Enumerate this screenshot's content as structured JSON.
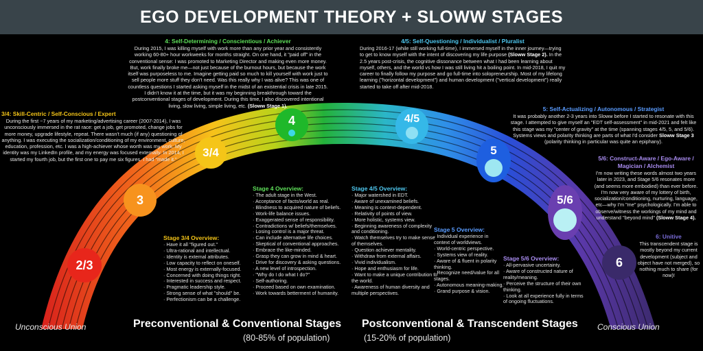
{
  "title": "EGO DEVELOPMENT THEORY + SLOWW STAGES",
  "colors": {
    "header_bg": "#39444a",
    "stage_2_3": "#e8261b",
    "stage_3": "#f7931e",
    "stage_3_4": "#f5c518",
    "stage_4": "#1fb82a",
    "stage_4_5": "#35b8e8",
    "stage_5": "#1e5fe0",
    "stage_5_6": "#6a3fb0",
    "stage_6": "#3a2a6a"
  },
  "stages": [
    {
      "label": "2/3"
    },
    {
      "label": "3"
    },
    {
      "label": "3/4"
    },
    {
      "label": "4"
    },
    {
      "label": "4/5"
    },
    {
      "label": "5"
    },
    {
      "label": "5/6"
    },
    {
      "label": "6"
    }
  ],
  "blocks": {
    "s4": {
      "heading": "4: Self-Determining / Conscientious / Achiever",
      "body": "During 2015, I was killing myself with work more than any prior year and consistently working 60-80+ hour workweeks for months straight. On one hand, it \"paid off\" in the conventional sense: I was promoted to Marketing Director and making even more money. But, work finally broke me—not just because of the burnout hours, but because the work itself was purposeless to me. Imagine getting paid so much to kill yourself with work just to sell people more stuff they don't need. Was this really why I was alive? This was one of countless questions I started asking myself in the midst of an existential crisis in late 2015. I didn't know it at the time, but it was my beginning breakthrough toward the postconventional stages of development. During this time, I also discovered intentional living, slow living, simple living, etc.",
      "tag": "(Sloww Stage 1)."
    },
    "s45": {
      "heading": "4/5: Self-Questioning / Individualist / Pluralist",
      "body1": "During 2016-17 (while still working full-time), I immersed myself in the inner journey—trying to get to know myself with the intent of discovering my life purpose",
      "tag": "(Sloww Stage 2).",
      "body2": "In the 2.5 years post-crisis, the cognitive dissonance between what I had been learning about myself, others, and the world vs how I was still living hit a boiling point. In mid-2018, I quit my career to finally follow my purpose and go full-time into solopreneurship. Most of my lifelong learning (\"horizontal development\") and human development (\"vertical development\") really started to take off after mid-2018."
    },
    "s34": {
      "heading": "3/4: Skill-Centric / Self-Conscious / Expert",
      "body": "During the first ~7 years of my marketing/advertising career (2007-2014), I was unconsciously immersed in the rat race: get a job, get promoted, change jobs for more money, upgrade lifestyle, repeat. There wasn't much (if any) questioning of anything. I was executing the socialization/conditioning of my environment, culture, education, profession, etc. I was a high-achiever whose worth was my work. My identity was my LinkedIn profile, and my energy was focused externally. In 2014, I started my fourth job, but the first one to pay me six figures. I had \"made it.\""
    },
    "s5": {
      "heading": "5: Self-Actualizing / Autonomous / Strategist",
      "body1": "It was probably another 2-3 years into Sloww before I started to resonate with this stage. I attempted to give myself an \"EDT self-assessment\" in mid-2021 and felt like this stage was my \"center of gravity\" at the time (spanning stages 4/5, 5, and 5/6). Systems views and polarity thinking are parts of what I'd consider",
      "tag": "Sloww Stage 3",
      "body2": "(polarity thinking in particular was quite an epiphany)."
    },
    "s56": {
      "heading": "5/6: Construct-Aware / Ego-Aware / Magician / Alchemist",
      "body": "I'm now writing these words almost two years later in 2023, and Stage 5/6 resonates more (and seems more embodied) than ever before. I'm now very aware of my lottery of birth, socialization/conditioning, nurturing, language, etc—why I'm \"me\" psychologically. I'm able to observe/witness the workings of my mind and understand \"beyond mind\"",
      "tag": "(Sloww Stage 4)."
    },
    "s6": {
      "heading": "6: Unitive",
      "body": "This transcendent stage is mostly beyond my current development (subject and object have not merged), so nothing much to share (for now)!"
    }
  },
  "overviews": {
    "o34": {
      "heading": "Stage 3/4 Overview:",
      "items": [
        "Have it all \"figured out.\"",
        "Ultra-rational and intellectual.",
        "Identity is external attributes.",
        "Low capacity to reflect on oneself.",
        "Most energy is externally-focused.",
        "Concerned with doing things right.",
        "Interested in success and respect.",
        "Pragmatic leadership style.",
        "Strong sense of what \"should\" be.",
        "Perfectionism can be a challenge."
      ]
    },
    "o4": {
      "heading": "Stage 4 Overview:",
      "items": [
        "The adult stage in the West.",
        "Acceptance of facts/world as real.",
        "Blindness to acquired nature of beliefs.",
        "Work-life balance issues.",
        "Exaggerated sense of responsibility.",
        "Contradictions w/ beliefs/themselves.",
        "Losing control is a major threat.",
        "Can include alternative life choices.",
        "Skeptical of conventional approaches.",
        "Embrace the like-minded.",
        "Grasp they can grow in mind & heart.",
        "Drive for discovery & asking questions.",
        "A new level of introspection.",
        "\"Why do I do what I do?\"",
        "Self-authoring.",
        "Proceed based on own examination.",
        "Work towards betterment of humanity."
      ]
    },
    "o45": {
      "heading": "Stage 4/5 Overview:",
      "items": [
        "Major watershed in EDT.",
        "Aware of unexamined beliefs.",
        "Meaning is context-dependent.",
        "Relativity of points of view.",
        "More holistic, systems view.",
        "Beginning awareness of complexity and conditioning.",
        "Watch themselves try to make sense of themselves.",
        "Question achiever mentality.",
        "Withdraw from external affairs.",
        "Vivid individualism.",
        "Hope and enthusiasm for life.",
        "Want to make a unique contribution to the world.",
        "Awareness of human diversity and multiple perspectives."
      ]
    },
    "o5": {
      "heading": "Stage 5 Overview:",
      "items": [
        "Individual experience in context of worldviews.",
        "World-centric perspective.",
        "Systems view of reality.",
        "Aware of & fluent in polarity thinking.",
        "Recognize need/value for all stages.",
        "Autonomous meaning-making.",
        "Grand purpose & vision."
      ]
    },
    "o56": {
      "heading": "Stage 5/6 Overview:",
      "items": [
        "All-pervasive uncertainty.",
        "Aware of constructed nature of reality/meaning.",
        "Perceive the structure of their own thinking.",
        "Look at all experience fully in terms of ongoing fluctuations."
      ]
    }
  },
  "footer": {
    "left_title": "Preconventional & Conventional Stages",
    "left_pop": "(80-85% of population)",
    "right_title": "Postconventional & Transcendent Stages",
    "right_pop": "(15-20% of population)",
    "left_union": "Unconscious Union",
    "right_union": "Conscious Union"
  }
}
